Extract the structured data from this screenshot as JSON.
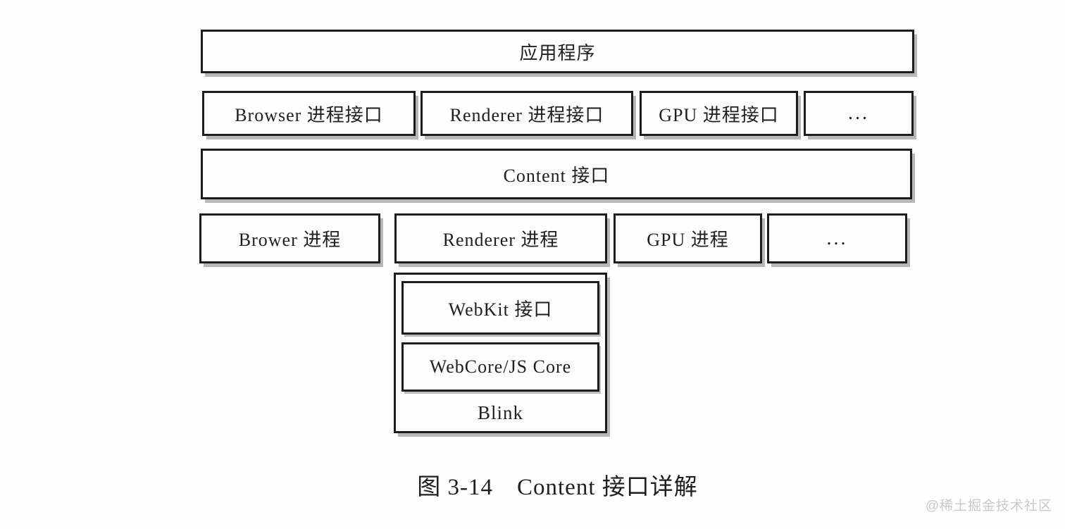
{
  "diagram": {
    "application_layer": {
      "label": "应用程序"
    },
    "api_layer": {
      "browser_api": {
        "label": "Browser 进程接口"
      },
      "renderer_api": {
        "label": "Renderer 进程接口"
      },
      "gpu_api": {
        "label": "GPU 进程接口"
      },
      "more_api": {
        "label": "..."
      }
    },
    "content_layer": {
      "label": "Content 接口"
    },
    "process_layer": {
      "browser_process": {
        "label": "Brower 进程"
      },
      "renderer_process": {
        "label": "Renderer 进程"
      },
      "gpu_process": {
        "label": "GPU 进程"
      },
      "more_process": {
        "label": "..."
      }
    },
    "blink_stack": {
      "label": "Blink",
      "webkit_api": {
        "label": "WebKit 接口"
      },
      "webcore_jscore": {
        "label": "WebCore/JS Core"
      }
    }
  },
  "caption": {
    "figure_number": "图 3-14",
    "title": "Content 接口详解"
  },
  "watermark": {
    "text": "@稀土掘金技术社区"
  },
  "colors": {
    "box_border": "#1c1c1c",
    "box_fill": "#fdfdfd",
    "box_shadow": "#b7b7b7",
    "page_background": "#fefefe",
    "text": "#1f1f1f",
    "watermark_text": "#c9c9c9"
  }
}
